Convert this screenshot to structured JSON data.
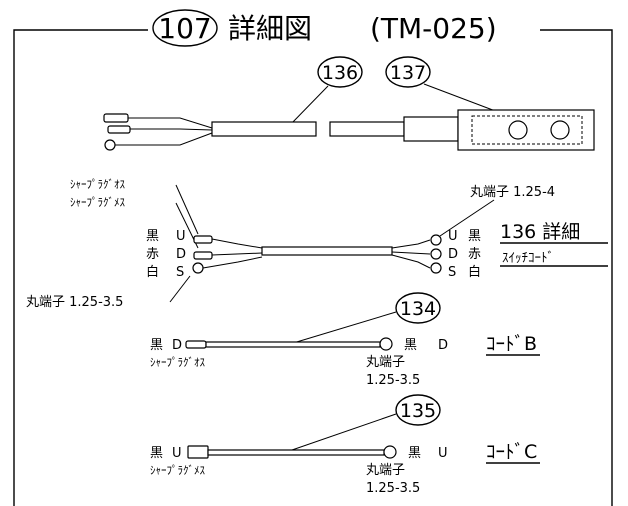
{
  "title": {
    "number": "107",
    "text": "詳細図",
    "code": "(TM-025)"
  },
  "callouts": {
    "c136": "136",
    "c137": "137",
    "c134": "134",
    "c135": "135"
  },
  "switch_cord": {
    "left_labels": {
      "lug_male": "ｼｬｰﾌﾟﾗｸﾞｵｽ",
      "lug_female": "ｼｬｰﾌﾟﾗｸﾞﾒｽ",
      "black": "黒",
      "red": "赤",
      "white": "白",
      "u": "U",
      "d": "D",
      "s": "S",
      "ring_terminal": "丸端子 1.25-3.5"
    },
    "right_labels": {
      "ring_terminal": "丸端子 1.25-4",
      "u": "U",
      "d": "D",
      "s": "S",
      "black": "黒",
      "red": "赤",
      "white": "白"
    },
    "detail_title": "136 詳細",
    "detail_sub": "ｽｲｯﾁｺｰﾄﾞ"
  },
  "cord_b": {
    "left_color": "黒",
    "left_letter": "D",
    "left_terminal": "ｼｬｰﾌﾟﾗｸﾞｵｽ",
    "right_color": "黒",
    "right_letter": "D",
    "right_terminal_1": "丸端子",
    "right_terminal_2": "1.25-3.5",
    "name": "ｺｰﾄﾞB"
  },
  "cord_c": {
    "left_color": "黒",
    "left_letter": "U",
    "left_terminal": "ｼｬｰﾌﾟﾗｸﾞﾒｽ",
    "right_color": "黒",
    "right_letter": "U",
    "right_terminal_1": "丸端子",
    "right_terminal_2": "1.25-3.5",
    "name": "ｺｰﾄﾞC"
  }
}
